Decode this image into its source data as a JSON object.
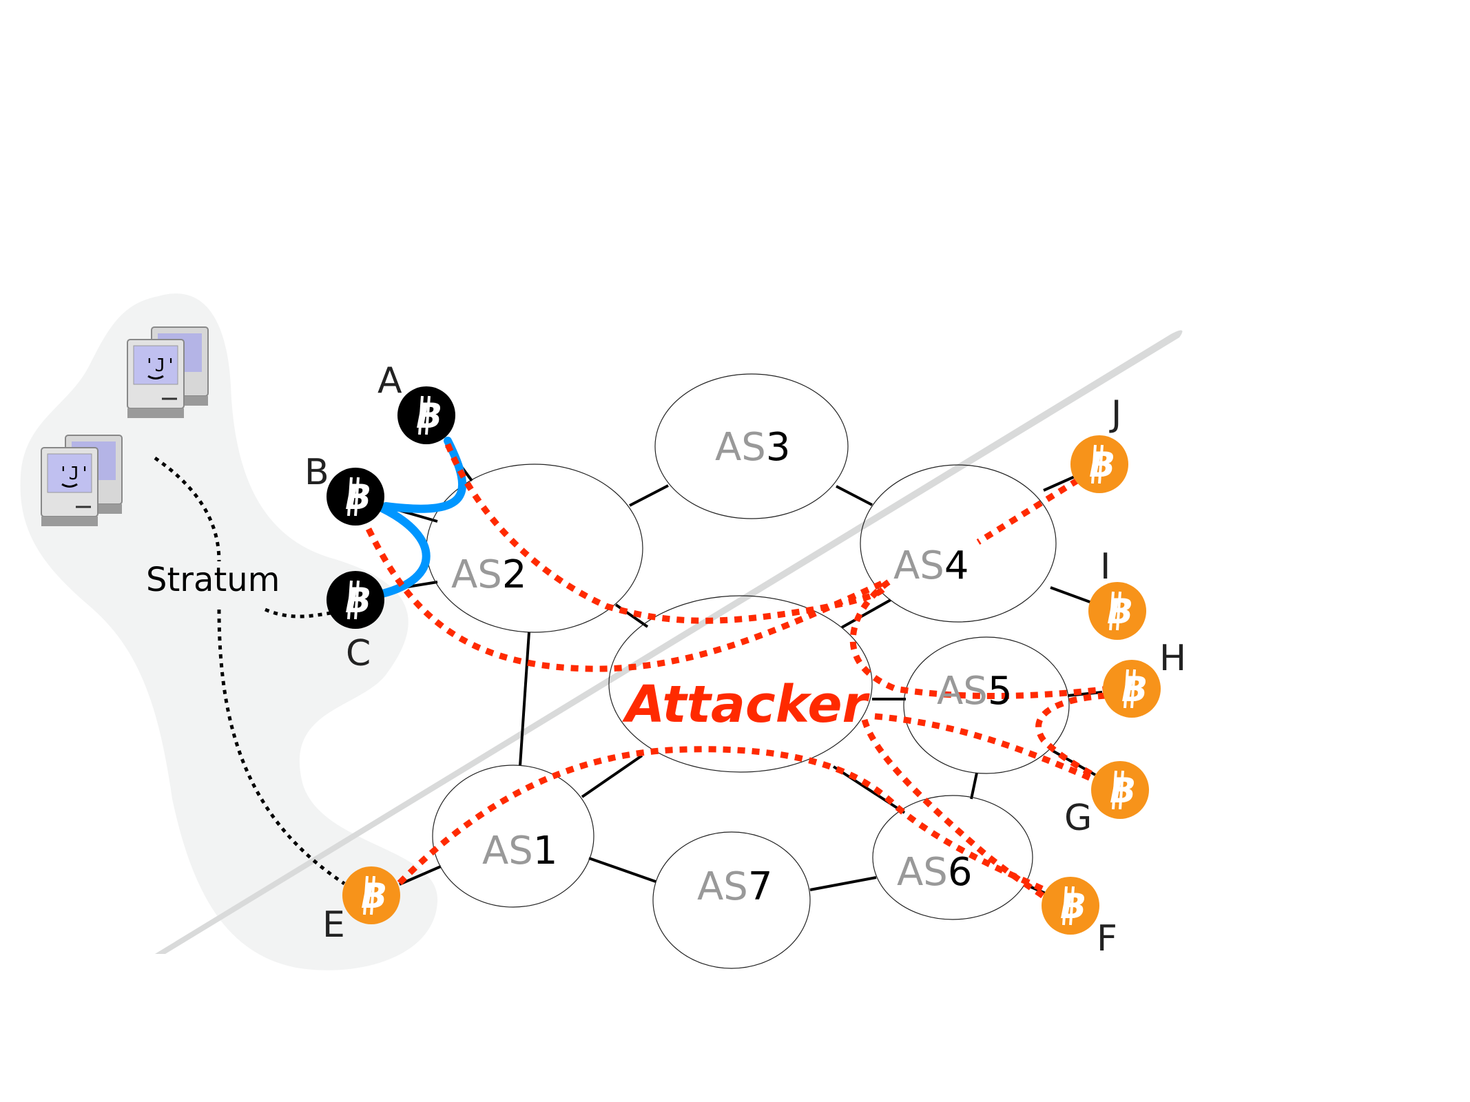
{
  "colors": {
    "attack_path": "#ff2a00",
    "honest_path": "#0096ff",
    "attacker_text": "#ff2a00",
    "legit_node": "#000000",
    "victim_node": "#f7931a",
    "blob": "#f2f3f3",
    "partition_stroke": "#d9dada",
    "as_prefix": "#999999"
  },
  "ases": [
    {
      "id": "AS1",
      "prefix": "AS",
      "number": "1"
    },
    {
      "id": "AS2",
      "prefix": "AS",
      "number": "2"
    },
    {
      "id": "AS3",
      "prefix": "AS",
      "number": "3"
    },
    {
      "id": "AS4",
      "prefix": "AS",
      "number": "4"
    },
    {
      "id": "AS5",
      "prefix": "AS",
      "number": "5"
    },
    {
      "id": "AS6",
      "prefix": "AS",
      "number": "6"
    },
    {
      "id": "AS7",
      "prefix": "AS",
      "number": "7"
    }
  ],
  "attacker": {
    "label": "Attacker"
  },
  "stratum": {
    "label": "Stratum"
  },
  "nodes": [
    {
      "id": "A",
      "label": "A",
      "type": "pool",
      "icon": "bitcoin-icon"
    },
    {
      "id": "B",
      "label": "B",
      "type": "pool",
      "icon": "bitcoin-icon"
    },
    {
      "id": "C",
      "label": "C",
      "type": "pool",
      "icon": "bitcoin-icon"
    },
    {
      "id": "E",
      "label": "E",
      "type": "victim",
      "icon": "bitcoin-icon"
    },
    {
      "id": "F",
      "label": "F",
      "type": "victim",
      "icon": "bitcoin-icon"
    },
    {
      "id": "G",
      "label": "G",
      "type": "victim",
      "icon": "bitcoin-icon"
    },
    {
      "id": "H",
      "label": "H",
      "type": "victim",
      "icon": "bitcoin-icon"
    },
    {
      "id": "I",
      "label": "I",
      "type": "victim",
      "icon": "bitcoin-icon"
    },
    {
      "id": "J",
      "label": "J",
      "type": "victim",
      "icon": "bitcoin-icon"
    }
  ],
  "bitcoin_glyph": "B",
  "miners": [
    {
      "icon": "computer-icon"
    },
    {
      "icon": "computer-icon"
    }
  ],
  "links": [
    [
      "AS2",
      "AS3"
    ],
    [
      "AS3",
      "AS4"
    ],
    [
      "AS2",
      "Attacker"
    ],
    [
      "AS4",
      "Attacker"
    ],
    [
      "AS2",
      "AS1"
    ],
    [
      "AS1",
      "Attacker"
    ],
    [
      "AS1",
      "AS7"
    ],
    [
      "AS7",
      "AS6"
    ],
    [
      "Attacker",
      "AS6"
    ],
    [
      "Attacker",
      "AS5"
    ],
    [
      "AS5",
      "AS6"
    ],
    [
      "A",
      "AS2"
    ],
    [
      "B",
      "AS2"
    ],
    [
      "C",
      "AS2"
    ],
    [
      "E",
      "AS1"
    ],
    [
      "F",
      "AS6"
    ],
    [
      "G",
      "AS5"
    ],
    [
      "H",
      "AS5"
    ],
    [
      "I",
      "AS4"
    ],
    [
      "J",
      "AS4"
    ]
  ],
  "honest_paths": [
    [
      "A",
      "B"
    ],
    [
      "B",
      "C"
    ]
  ],
  "attack_paths": [
    [
      "A",
      "Attacker",
      "AS4"
    ],
    [
      "B",
      "Attacker",
      "AS4"
    ],
    [
      "J",
      "AS4"
    ],
    [
      "E",
      "Attacker",
      "F"
    ],
    [
      "AS4",
      "Attacker",
      "H"
    ],
    [
      "Attacker",
      "G"
    ],
    [
      "H",
      "G"
    ],
    [
      "Attacker",
      "F"
    ]
  ]
}
